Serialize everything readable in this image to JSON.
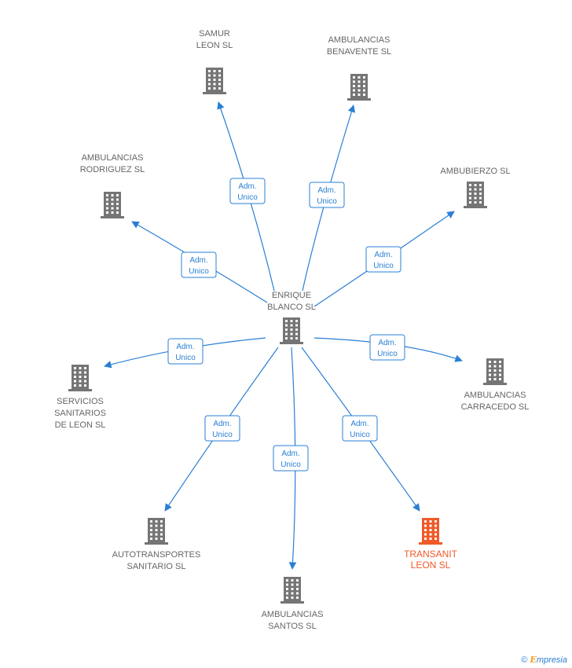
{
  "center": {
    "label": [
      "ENRIQUE",
      "BLANCO SL"
    ]
  },
  "nodes": [
    {
      "id": "samur",
      "label": [
        "SAMUR",
        "LEON SL"
      ],
      "highlight": false
    },
    {
      "id": "benavente",
      "label": [
        "AMBULANCIAS",
        "BENAVENTE SL"
      ],
      "highlight": false
    },
    {
      "id": "rodriguez",
      "label": [
        "AMBULANCIAS",
        "RODRIGUEZ SL"
      ],
      "highlight": false
    },
    {
      "id": "ambubierzo",
      "label": [
        "AMBUBIERZO SL"
      ],
      "highlight": false
    },
    {
      "id": "servicios",
      "label": [
        "SERVICIOS",
        "SANITARIOS",
        "DE LEON SL"
      ],
      "highlight": false
    },
    {
      "id": "carracedo",
      "label": [
        "AMBULANCIAS",
        "CARRACEDO SL"
      ],
      "highlight": false
    },
    {
      "id": "autotransportes",
      "label": [
        "AUTOTRANSPORTES",
        "SANITARIO SL"
      ],
      "highlight": false
    },
    {
      "id": "santos",
      "label": [
        "AMBULANCIAS",
        "SANTOS SL"
      ],
      "highlight": false
    },
    {
      "id": "transanit",
      "label": [
        "TRANSANIT",
        "LEON SL"
      ],
      "highlight": true
    }
  ],
  "edge_role": [
    "Adm.",
    "Unico"
  ],
  "colors": {
    "building": "#757575",
    "highlight": "#f05a28",
    "edge": "#2a7fd4",
    "label": "#666666"
  },
  "footer": {
    "copyright": "©",
    "brand_initial": "E",
    "brand_rest": "mpresia"
  }
}
